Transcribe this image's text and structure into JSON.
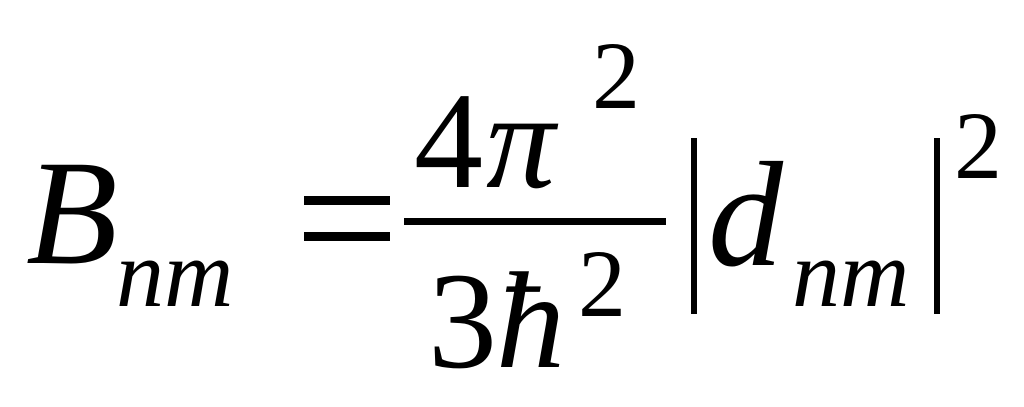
{
  "formula": {
    "lhs": {
      "symbol": "B",
      "subscript": "nm"
    },
    "relation": "=",
    "fraction": {
      "numerator": {
        "coefficient": "4",
        "symbol": "π",
        "exponent": "2"
      },
      "denominator": {
        "coefficient": "3",
        "symbol": "ħ",
        "exponent": "2"
      }
    },
    "abs_term": {
      "symbol": "d",
      "subscript": "nm",
      "exponent": "2"
    }
  }
}
